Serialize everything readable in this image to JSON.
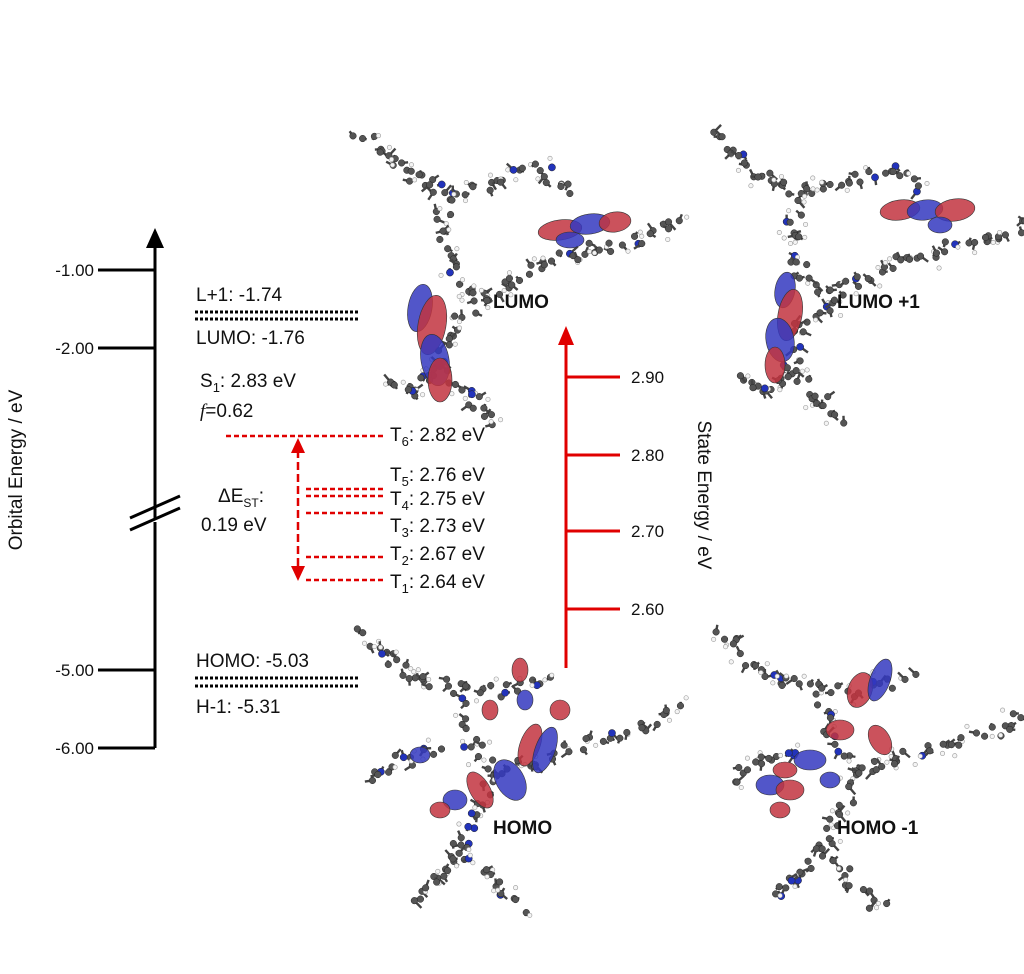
{
  "orbital_axis": {
    "title": "Orbital Energy / eV",
    "ticks": [
      {
        "value": -1.0,
        "label": "-1.00"
      },
      {
        "value": -2.0,
        "label": "-2.00"
      },
      {
        "value": -5.0,
        "label": "-5.00"
      },
      {
        "value": -6.0,
        "label": "-6.00"
      }
    ]
  },
  "orbital_levels": {
    "l1": {
      "label": "L+1: -1.74",
      "value": -1.74
    },
    "lumo": {
      "label": "LUMO: -1.76",
      "value": -1.76
    },
    "homo": {
      "label": "HOMO: -5.03",
      "value": -5.03
    },
    "h1": {
      "label": "H-1: -5.31",
      "value": -5.31
    }
  },
  "singlet": {
    "s_letter": "S",
    "s_sub": "1",
    "s_rest": ": 2.83 eV",
    "f_letter": "f",
    "f_rest": "=0.62"
  },
  "gap": {
    "delta": "ΔE",
    "sub": "ST",
    "colon": ":",
    "value": "0.19 eV"
  },
  "triplets": [
    {
      "letter": "T",
      "sub": "6",
      "rest": ": 2.82 eV",
      "energy": 2.82
    },
    {
      "letter": "T",
      "sub": "5",
      "rest": ": 2.76 eV",
      "energy": 2.76
    },
    {
      "letter": "T",
      "sub": "4",
      "rest": ": 2.75 eV",
      "energy": 2.75
    },
    {
      "letter": "T",
      "sub": "3",
      "rest": ": 2.73 eV",
      "energy": 2.73
    },
    {
      "letter": "T",
      "sub": "2",
      "rest": ": 2.67 eV",
      "energy": 2.67
    },
    {
      "letter": "T",
      "sub": "1",
      "rest": ": 2.64 eV",
      "energy": 2.64
    }
  ],
  "state_axis": {
    "title": "State Energy / eV",
    "ticks": [
      {
        "value": 2.9,
        "label": "2.90"
      },
      {
        "value": 2.8,
        "label": "2.80"
      },
      {
        "value": 2.7,
        "label": "2.70"
      },
      {
        "value": 2.6,
        "label": "2.60"
      }
    ]
  },
  "orbital_images": {
    "lumo": "LUMO",
    "lumo1": "LUMO +1",
    "homo": "HOMO",
    "homo1": "HOMO -1"
  },
  "colors": {
    "axis": "#000000",
    "state": "#e00000",
    "lobe_red": "#c2343f",
    "lobe_blue": "#3438c0",
    "atom": "#555555",
    "nitrogen": "#2233bb"
  }
}
